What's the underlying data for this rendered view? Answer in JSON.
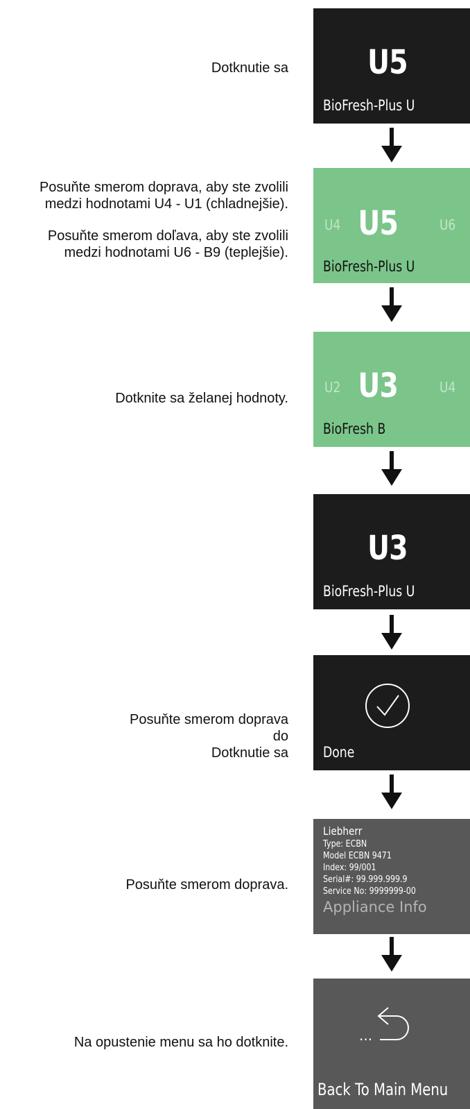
{
  "steps": [
    {
      "instruction": [
        "Dotknutie sa"
      ],
      "panel": {
        "value": "U5",
        "label": "BioFresh-Plus U"
      }
    },
    {
      "instruction": [
        "Posuňte smerom doprava, aby ste zvolili",
        "medzi hodnotami U4 - U1 (chladnejšie).",
        "",
        "Posuňte smerom doľava, aby ste zvolili",
        "medzi hodnotami U6 - B9 (teplejšie)."
      ],
      "panel": {
        "left": "U4",
        "value": "U5",
        "right": "U6",
        "label": "BioFresh-Plus U"
      }
    },
    {
      "instruction": [
        "Dotknite sa želanej hodnoty."
      ],
      "panel": {
        "left": "U2",
        "value": "U3",
        "right": "U4",
        "label": "BioFresh B"
      }
    },
    {
      "instruction": [],
      "panel": {
        "value": "U3",
        "label": "BioFresh-Plus U"
      }
    },
    {
      "instruction": [
        "Posuňte smerom doprava",
        "do",
        "Dotknutie sa"
      ],
      "panel": {
        "label": "Done",
        "icon": "check-circle-icon"
      }
    },
    {
      "instruction": [
        "Posuňte smerom doprava."
      ],
      "panel": {
        "lines": [
          "Liebherr",
          "Type: ECBN",
          "Model ECBN 9471",
          "Index: 99/001",
          "Serial#: 99.999.999.9",
          "Service No: 9999999-00"
        ],
        "label": "Appliance Info"
      }
    },
    {
      "instruction": [
        "Na opustenie menu sa ho dotknite."
      ],
      "panel": {
        "icon": "back-arrow-icon",
        "icon_text": "...",
        "label": "Back To Main Menu"
      }
    }
  ],
  "colors": {
    "dark": "#1c1c1c",
    "green": "#7bc58a",
    "grey": "#585858",
    "arrow": "#111111"
  }
}
